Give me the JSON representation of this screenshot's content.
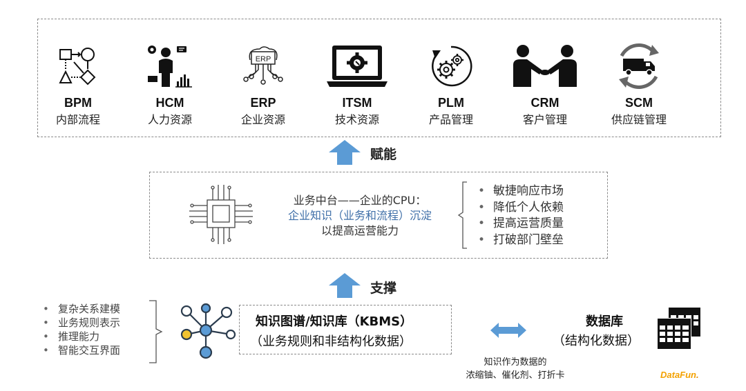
{
  "top_systems": [
    {
      "code": "BPM",
      "name": "内部流程",
      "icon": "bpm-flow-icon"
    },
    {
      "code": "HCM",
      "name": "人力资源",
      "icon": "hcm-person-icon"
    },
    {
      "code": "ERP",
      "name": "企业资源",
      "icon": "erp-circuit-icon"
    },
    {
      "code": "ITSM",
      "name": "技术资源",
      "icon": "itsm-laptop-icon"
    },
    {
      "code": "PLM",
      "name": "产品管理",
      "icon": "plm-gears-icon"
    },
    {
      "code": "CRM",
      "name": "客户管理",
      "icon": "crm-handshake-icon"
    },
    {
      "code": "SCM",
      "name": "供应链管理",
      "icon": "scm-truck-icon"
    }
  ],
  "arrow1_label": "赋能",
  "middle": {
    "line1": "业务中台——企业的CPU：",
    "line2": "企业知识（业务和流程）沉淀",
    "line3": "以提高运营能力",
    "benefits": [
      "敏捷响应市场",
      "降低个人依赖",
      "提高运营质量",
      "打破部门壁垒"
    ],
    "icon": "cpu-chip-icon"
  },
  "arrow2_label": "支撑",
  "bottom": {
    "left_list": [
      "复杂关系建模",
      "业务规则表示",
      "推理能力",
      "智能交互界面"
    ],
    "kb_title": "知识图谱/知识库（KBMS）",
    "kb_sub": "（业务规则和非结构化数据）",
    "db_title": "数据库",
    "db_sub": "（结构化数据）",
    "note_line1": "知识作为数据的",
    "note_line2": "浓缩铀、催化剂、打折卡",
    "logo_a": "DataFun",
    "logo_b": "."
  },
  "colors": {
    "arrow_blue": "#5b9bd5",
    "node_blue": "#5b9bd5",
    "node_yellow": "#f2c330",
    "text_blue": "#3f6fa8",
    "logo_orange": "#f3a100"
  }
}
